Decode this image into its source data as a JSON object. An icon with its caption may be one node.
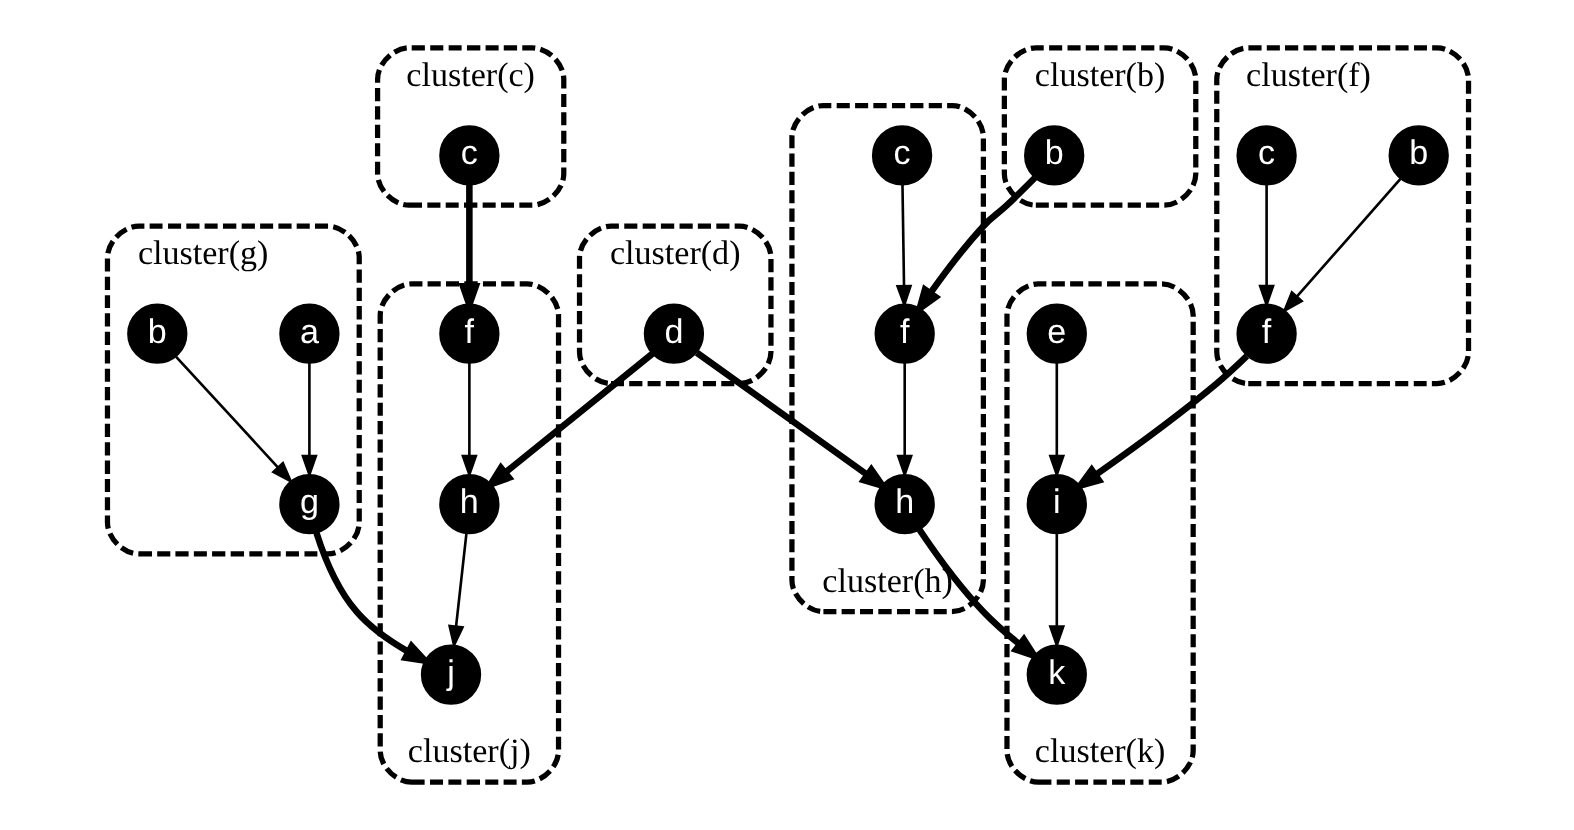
{
  "diagram": {
    "nodes": [
      {
        "text": [
          "cluster(g)"
        ]
      },
      {
        "text": [
          "a"
        ],
        "in": 0
      },
      {
        "text": [
          "b"
        ],
        "in": 0
      },
      {
        "text": [
          "g"
        ],
        "in": 0
      },
      {
        "text": [
          "cluster(c)"
        ]
      },
      {
        "text": [
          "c"
        ],
        "in": 4
      },
      {
        "text": [
          "cluster(j)"
        ]
      },
      {
        "text": [
          "f"
        ],
        "in": 6
      },
      {
        "text": [
          "h"
        ],
        "in": 6
      },
      {
        "text": [
          "j"
        ],
        "in": 6
      },
      {
        "text": [
          "cluster(d)"
        ]
      },
      {
        "text": [
          "d"
        ],
        "in": 10
      },
      {
        "text": [
          "cluster(b)"
        ]
      },
      {
        "text": [
          "b"
        ],
        "in": 12
      },
      {
        "text": [
          "cluster(h)"
        ]
      },
      {
        "text": [
          "c"
        ],
        "in": 14
      },
      {
        "text": [
          "f"
        ],
        "in": 14
      },
      {
        "text": [
          "h"
        ],
        "in": 14
      },
      {
        "text": [
          "cluster(f)"
        ]
      },
      {
        "text": [
          "b"
        ],
        "in": 18
      },
      {
        "text": [
          "c"
        ],
        "in": 18
      },
      {
        "text": [
          "f"
        ],
        "in": 18
      },
      {
        "text": [
          "cluster(k)"
        ]
      },
      {
        "text": [
          "e"
        ],
        "in": 22
      },
      {
        "text": [
          "i"
        ],
        "in": 22
      },
      {
        "text": [
          "k"
        ],
        "in": 22
      }
    ],
    "edges": [
      {
        "from": 1,
        "to": 3,
        "arrow": "to"
      },
      {
        "from": 2,
        "to": 3,
        "arrow": "to"
      },
      {
        "from": 3,
        "to": 9,
        "arrow": "to",
        "style": "thick"
      },
      {
        "from": 5,
        "to": 7,
        "arrow": "to",
        "style": "thick"
      },
      {
        "from": 7,
        "to": 8,
        "arrow": "to"
      },
      {
        "from": 8,
        "to": 9,
        "arrow": "to"
      },
      {
        "from": 11,
        "to": 8,
        "arrow": "to",
        "style": "thick"
      },
      {
        "from": 11,
        "to": 17,
        "arrow": "to",
        "style": "thick"
      },
      {
        "from": 13,
        "to": 16,
        "arrow": "to",
        "style": "thick"
      },
      {
        "from": 15,
        "to": 16,
        "arrow": "to"
      },
      {
        "from": 16,
        "to": 17,
        "arrow": "to"
      },
      {
        "from": 17,
        "to": 25,
        "arrow": "to",
        "style": "thick"
      },
      {
        "from": 19,
        "to": 21,
        "arrow": "to"
      },
      {
        "from": 20,
        "to": 21,
        "arrow": "to"
      },
      {
        "from": 21,
        "to": 24,
        "arrow": "to",
        "style": "thick"
      },
      {
        "from": 23,
        "to": 24,
        "arrow": "to"
      },
      {
        "from": 24,
        "to": 25,
        "arrow": "to"
      }
    ]
  }
}
